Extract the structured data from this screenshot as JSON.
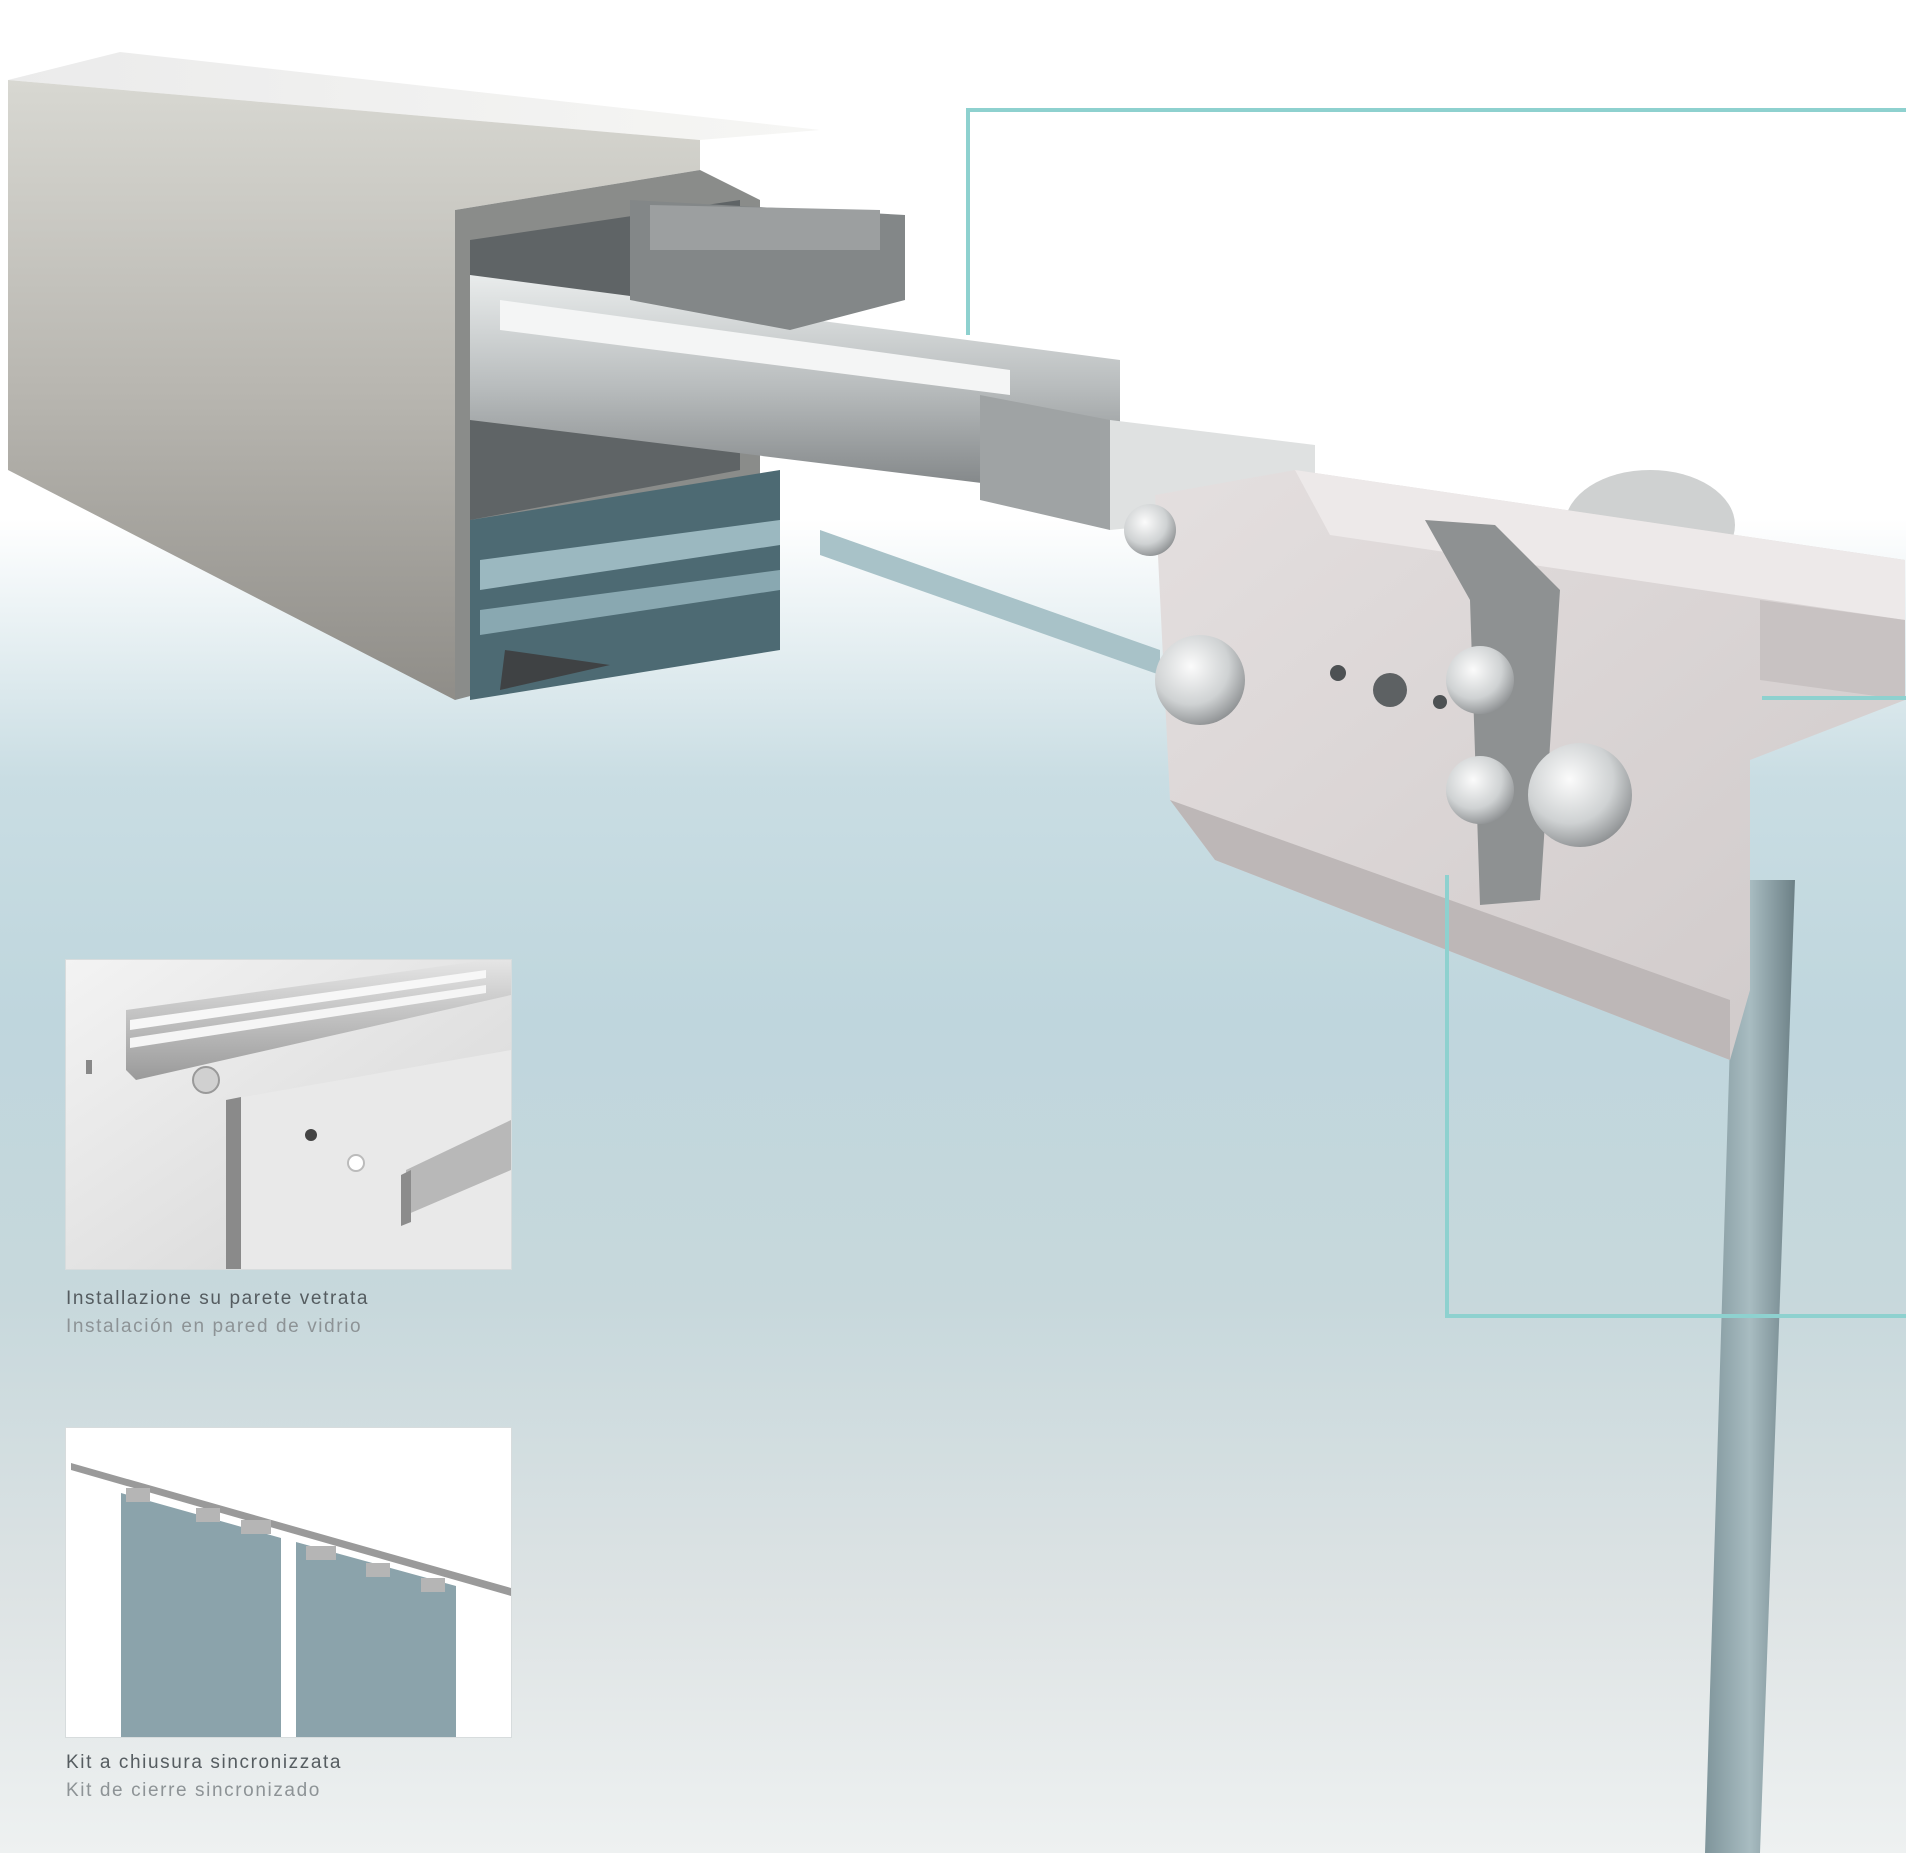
{
  "insets": [
    {
      "id": "installation-glass-wall",
      "caption_it": "Installazione su parete vetrata",
      "caption_es": "Instalación en pared de vidrio"
    },
    {
      "id": "synchronized-closing-kit",
      "caption_it": "Kit a chiusura sincronizzata",
      "caption_es": "Kit de cierre sincronizado"
    }
  ],
  "colors": {
    "callout_line": "#8ed1cf",
    "glass": "#8da4ab",
    "aluminium": "#c8c8c6",
    "bracket": "#d9d3d3"
  }
}
